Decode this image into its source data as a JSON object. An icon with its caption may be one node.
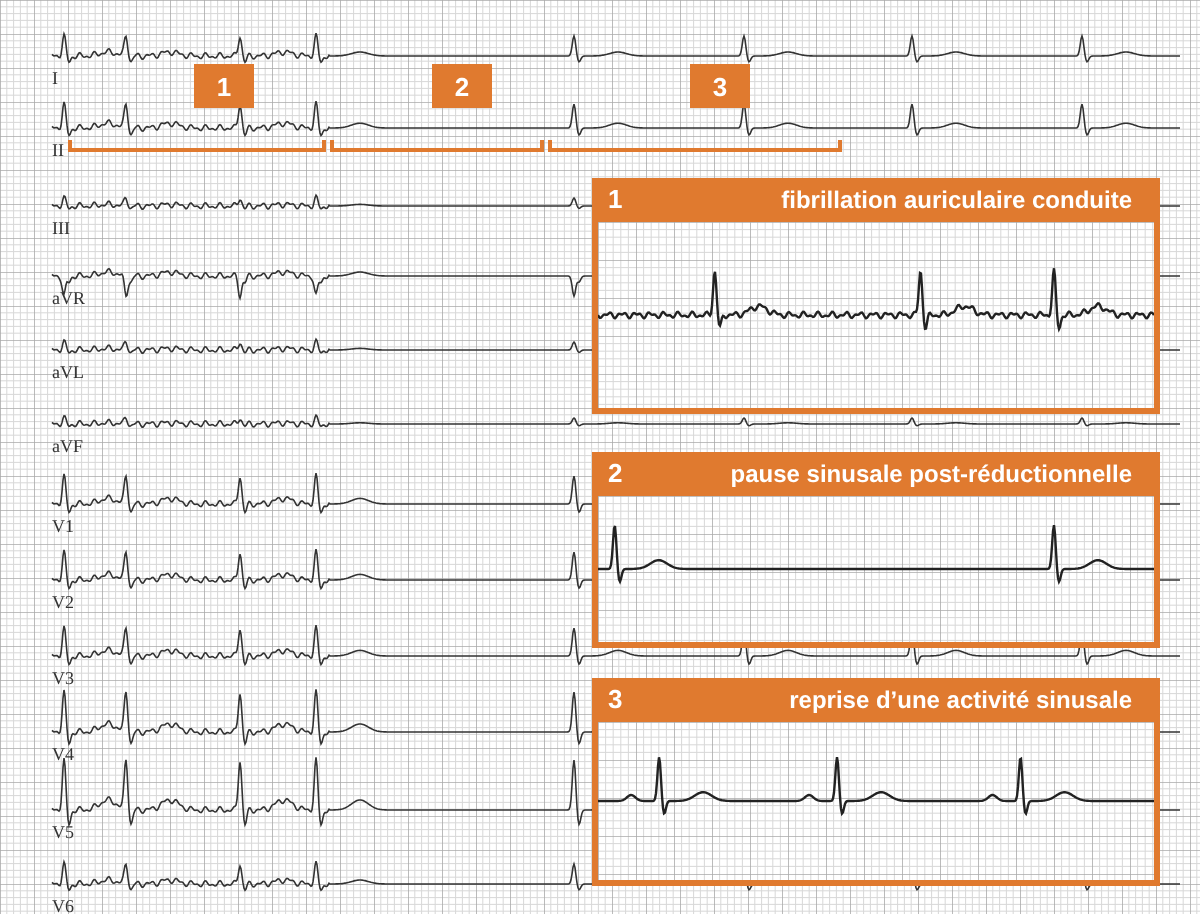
{
  "diagram": {
    "nodes": [
      {
        "text": [
          "1"
        ]
      },
      {
        "text": [
          "2"
        ]
      },
      {
        "text": [
          "3"
        ]
      },
      {
        "text": [
          "1",
          "fibrillation auriculaire conduite"
        ]
      },
      {
        "text": [
          "2",
          "pause sinusale post-réductionnelle"
        ]
      },
      {
        "text": [
          "3",
          "reprise d’une activité sinusale"
        ]
      }
    ],
    "labels": [
      "I",
      "II",
      "III",
      "aVR",
      "aVL",
      "aVF",
      "V1",
      "V2",
      "V3",
      "V4",
      "V5",
      "V6"
    ]
  }
}
